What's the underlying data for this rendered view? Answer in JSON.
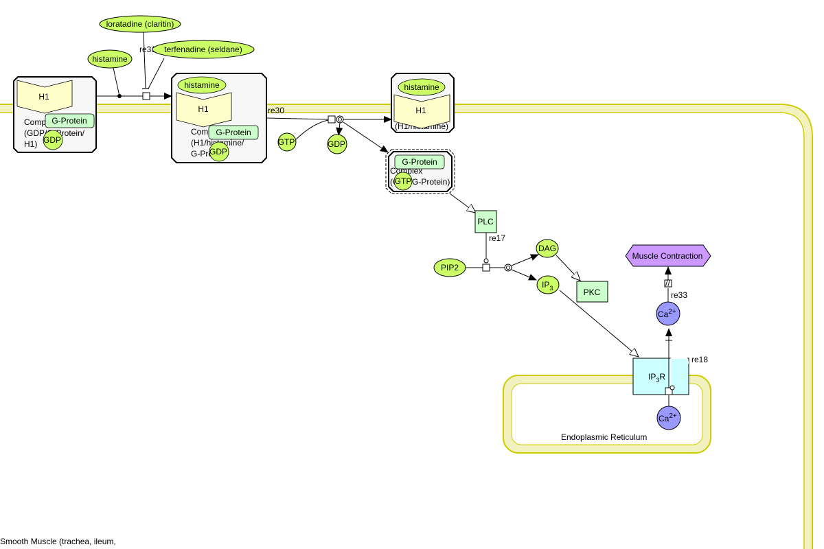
{
  "compartments": {
    "cell": {
      "label": "Smooth Muscle (trachea, ileum,",
      "membrane_color": "#CCCC00",
      "fill_color": "#F2F2C0"
    },
    "er": {
      "label": "Endoplasmic Reticulum"
    }
  },
  "species": {
    "loratadine": "loratadine (claritin)",
    "terfenadine": "terfenadine (seldane)",
    "histamine_free": "histamine",
    "histamine_c2": "histamine",
    "histamine_c3": "histamine",
    "gtp": "GTP",
    "gdp_free": "GDP",
    "gdp_c1": "GDP",
    "gdp_c2": "GDP",
    "gtp_c4": "GTP",
    "plc": "PLC",
    "pip2": "PIP2",
    "dag": "DAG",
    "ip3": "IP",
    "ip3_sub": "3",
    "pkc": "PKC",
    "ip3r": "IP",
    "ip3r_sub": "3",
    "ip3r_suffix": "R",
    "ca_cyto": "Ca",
    "ca_er": "Ca",
    "ca_sup": "2+",
    "phenotype": "Muscle Contraction"
  },
  "complexes": {
    "c1": {
      "receptor": "H1",
      "gprotein": "G-Protein",
      "label_lines": [
        "Comp",
        "(GDP/G-Protein/",
        "H1)"
      ]
    },
    "c2": {
      "receptor": "H1",
      "gprotein": "G-Protein",
      "label_lines": [
        "Comp",
        "(H1/histamine/",
        "G-Pro"
      ]
    },
    "c3": {
      "receptor": "H1",
      "label": "(H1/histamine)"
    },
    "c4": {
      "gprotein": "G-Protein",
      "label_lines": [
        "Complex",
        "(GTP/G-Protein)"
      ]
    }
  },
  "reactions": {
    "re31": "re31",
    "re30": "re30",
    "re17": "re17",
    "re18": "re18",
    "re33": "re33"
  },
  "colors": {
    "simple_molecule": "#CCFF66",
    "protein": "#CCFFCC",
    "receptor": "#FFFFCC",
    "ion": "#9999FF",
    "channel": "#CCFFFF",
    "phenotype": "#CC99FF",
    "complex_fill": "#F7F7F7"
  }
}
